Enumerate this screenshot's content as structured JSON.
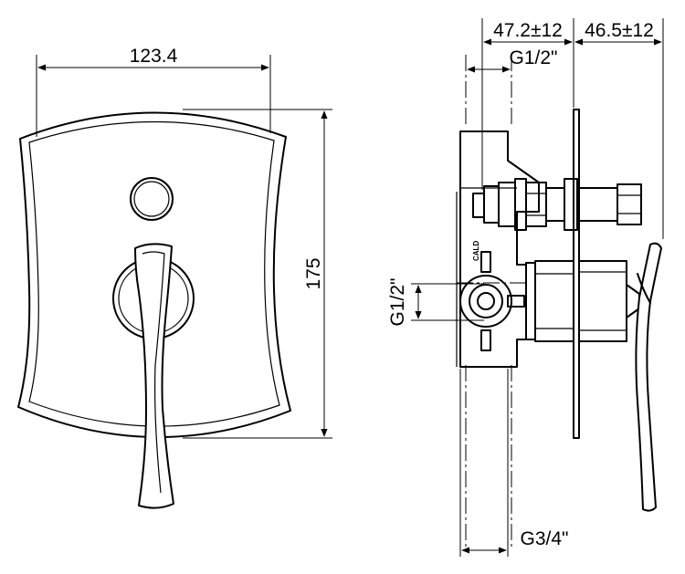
{
  "front_view": {
    "width_label": "123.4",
    "height_label": "175"
  },
  "side_view": {
    "depth_body_label": "47.2±12",
    "depth_trim_label": "46.5±12",
    "top_thread_label": "G1/2\"",
    "side_thread_label": "G1/2\"",
    "bottom_thread_label": "G3/4\"",
    "stamp_text": "CALD"
  }
}
